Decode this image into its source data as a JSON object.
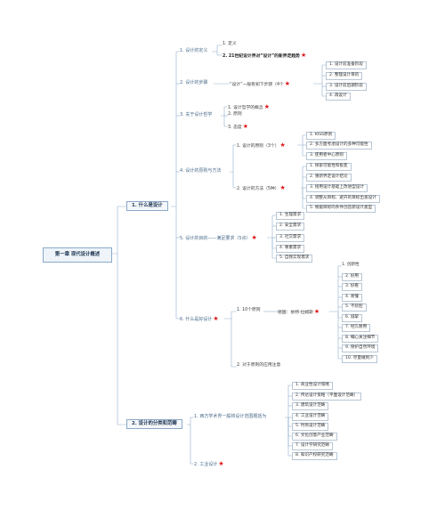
{
  "root": "第一章 现代设计概述",
  "star": "★",
  "s1": {
    "label": "1. 什么是设计",
    "a": {
      "label": "1. 设计的定义",
      "c1": "1. 定义",
      "c2": "2. 21世纪设计界对“设计”的新界定趋势"
    },
    "b": {
      "label": "2. 设计的步骤",
      "mid": "“设计”一般有如下步骤（4个",
      "c1": "1. 设计前准备阶段",
      "c2": "2. 整理设计目的",
      "c3": "3. 设计前后期阶段",
      "c4": "4. 再设计"
    },
    "c": {
      "label": "3. 关于设计哲学",
      "c1": "1. 设计哲学的概念",
      "c2": "2. 原则",
      "c3": "3. 态度"
    },
    "d": {
      "label": "4. 设计的原则与方法",
      "p": {
        "label": "1. 设计的原则（3个）",
        "c1": "1. KISS原则",
        "c2": "2. 多方面考虑设计的多种可能性",
        "c3": "3. 使用者中心原则"
      },
      "q": {
        "label": "2. 设计的方法（5种）",
        "c1": "1. 探索可能性和极变",
        "c2": "2. 重新界定设计结论",
        "c3": "3. 接用设计基础上改进型设计",
        "c4": "4. 调整从目标、避开的目标出发设计",
        "c5": "5. 根据目标的条件创造新设计类型"
      }
    },
    "e": {
      "label": "5. 设计的目的——满足要求（5点）",
      "c1": "1. 生理需求",
      "c2": "2. 安全需求",
      "c3": "3. 社交需求",
      "c4": "4. 尊重需求",
      "c5": "5. 自我实现需求"
    },
    "f": {
      "label": "6. 什么是好设计",
      "p": {
        "label": "1. 10个原则",
        "note": "德国：依特·拉姆斯",
        "items": [
          "1. 创新性",
          "2. 好用",
          "3. 好看",
          "4. 易懂",
          "5. 不装腔",
          "6. 诚挚",
          "7. 经久耐用",
          "8. 细心关注细节",
          "9. 保护自然环境",
          "10. 尽量做到少"
        ]
      },
      "q": "2. 对于原则的应用注意"
    }
  },
  "s2": {
    "label": "2. 设计的分类和范畴",
    "a": {
      "label": "1. 西方学术界一般将设计范围概括为",
      "items": [
        "1. 商业性设计策略",
        "2. 传达设计策略（平面设计范畴）",
        "3. 建筑设计范畴",
        "4. 工业设计范畴",
        "5. 时尚设计范畴",
        "6. 文化创意产业范畴",
        "7. 设计学研究范畴",
        "8. 知识产权研究范畴"
      ]
    },
    "b": "2. 工业设计"
  }
}
